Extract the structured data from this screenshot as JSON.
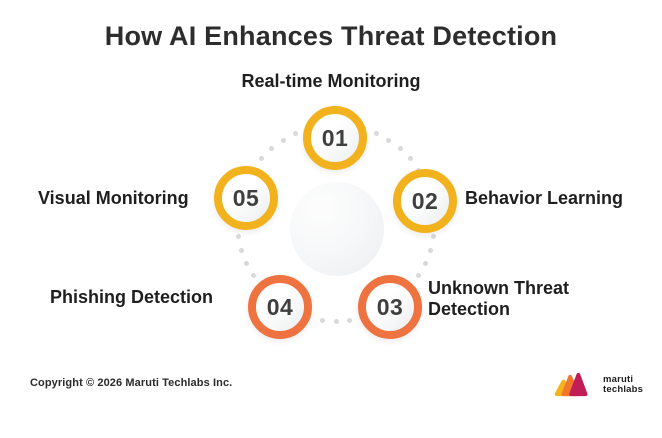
{
  "title": "How AI Enhances Threat Detection",
  "steps": [
    {
      "number": "01",
      "label": "Real-time Monitoring",
      "ring_color": "#F2B21E"
    },
    {
      "number": "02",
      "label": "Behavior Learning",
      "ring_color": "#F2B21E"
    },
    {
      "number": "03",
      "label": "Unknown Threat Detection",
      "ring_color": "#EE7340"
    },
    {
      "number": "04",
      "label": "Phishing Detection",
      "ring_color": "#EE7340"
    },
    {
      "number": "05",
      "label": "Visual Monitoring",
      "ring_color": "#F2B21E"
    }
  ],
  "footer": {
    "copyright": "Copyright © 2026 Maruti Techlabs Inc.",
    "logo": {
      "line1": "maruti",
      "line2": "techlabs",
      "icon": "maruti-techlabs-logo",
      "colors": {
        "yellow": "#F5B31C",
        "orange": "#F4752C",
        "crimson": "#C21E56"
      }
    }
  },
  "colors": {
    "background": "#FFFFFF",
    "title_text": "#2D2D2D",
    "label_text": "#1F1F1F",
    "number_text": "#3F3F3F",
    "dot": "#D9D9D9",
    "gold_ring": "#F2B21E",
    "orange_ring": "#EE7340"
  }
}
